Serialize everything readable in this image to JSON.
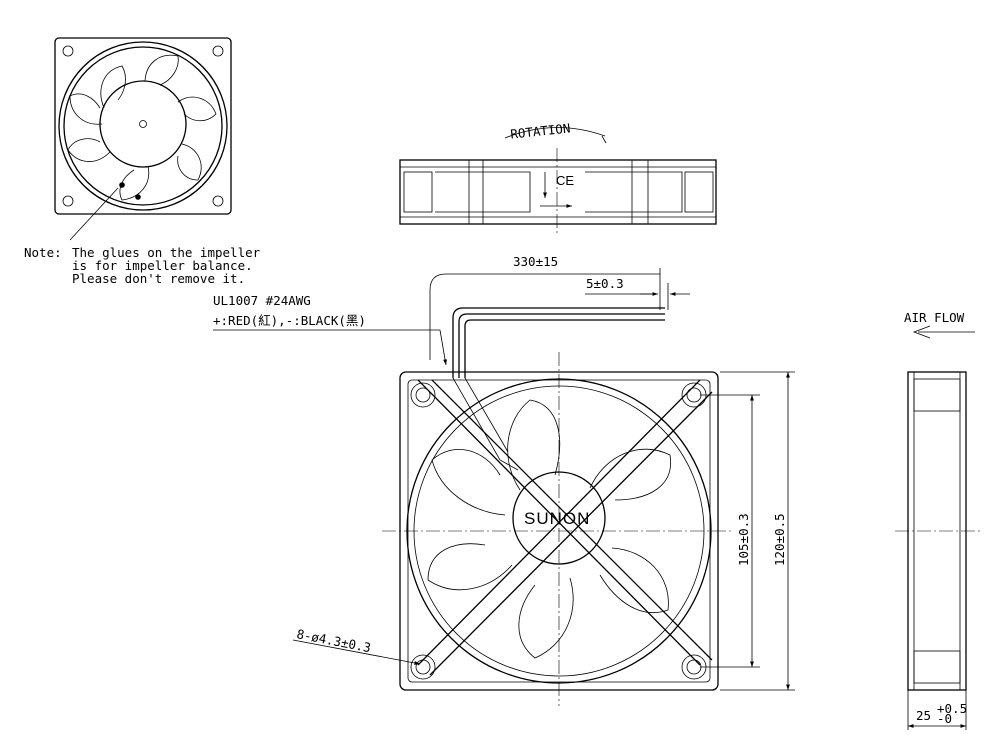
{
  "note": {
    "prefix": "Note:",
    "line1": "The glues on the impeller",
    "line2": "is for impeller balance.",
    "line3": "Please don't remove it."
  },
  "wire": {
    "spec": "UL1007  #24AWG",
    "polarity": "+:RED(紅),-:BLACK(黑)"
  },
  "labels": {
    "rotation": "ROTATION",
    "air_flow": "AIR FLOW",
    "brand": "SUNON",
    "ce_mark": "CE"
  },
  "dimensions": {
    "lead_length": "330±15",
    "strip_length": "5±0.3",
    "hole_spacing": "105±0.3",
    "frame_size": "120±0.5",
    "mount_holes": "8-ø4.3±0.3",
    "thickness_base": "25",
    "thickness_tol_upper": "+0.5",
    "thickness_tol_lower": "-0"
  }
}
